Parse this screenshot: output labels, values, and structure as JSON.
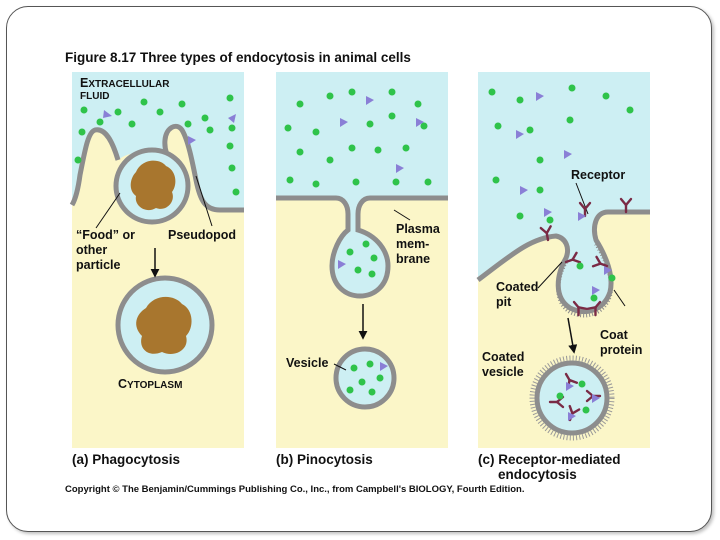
{
  "title": "Figure 8.17  Three types of endocytosis in animal cells",
  "labels": {
    "extracellular_1": "E",
    "extracellular_2": "XTRACELLULAR",
    "fluid": "FLUID",
    "food": "“Food” or",
    "other": "other",
    "particle": "particle",
    "pseudopod": "Pseudopod",
    "cytoplasm_1": "C",
    "cytoplasm_2": "YTOPLASM",
    "plasma": "Plasma",
    "mem": "mem-",
    "brane": "brane",
    "vesicle": "Vesicle",
    "receptor": "Receptor",
    "coated_pit_1": "Coated",
    "coated_pit_2": "pit",
    "coat_protein_1": "Coat",
    "coat_protein_2": "protein",
    "coated_vesicle_1": "Coated",
    "coated_vesicle_2": "vesicle"
  },
  "captions": {
    "a": "(a) Phagocytosis",
    "b": "(b) Pinocytosis",
    "c1": "(c) Receptor-mediated",
    "c2": "endocytosis"
  },
  "copyright": "Copyright © The Benjamin/Cummings Publishing Co., Inc., from Campbell's BIOLOGY, Fourth Edition.",
  "colors": {
    "fluid": "#cdeff3",
    "cytoplasm": "#fbf6c8",
    "membrane": "#8d8d8d",
    "food": "#a8762e",
    "dot": "#2fc34a",
    "triangle": "#8a7fd6",
    "receptor": "#7a2a45"
  }
}
